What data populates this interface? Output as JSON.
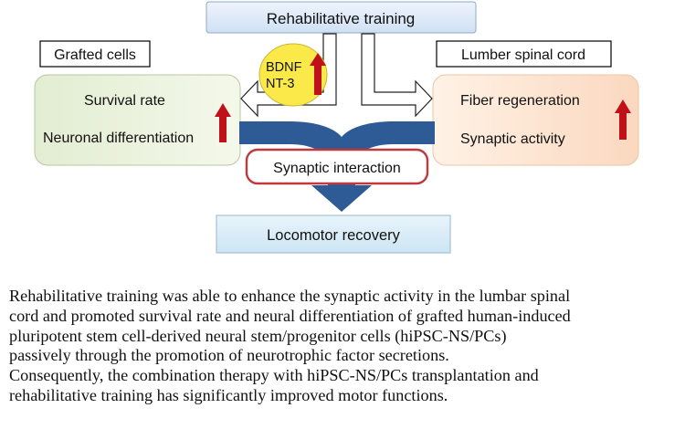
{
  "diagram": {
    "top_box": "Rehabilitative training",
    "left_header": "Grafted cells",
    "right_header": "Lumber spinal cord",
    "factors": [
      "BDNF",
      "NT-3"
    ],
    "left_items": [
      "Survival rate",
      "Neuronal differentiation"
    ],
    "right_items": [
      "Fiber regeneration",
      "Synaptic activity"
    ],
    "center_box": "Synaptic interaction",
    "bottom_box": "Locomotor recovery",
    "colors": {
      "top_box_fill": "#dbe8f7",
      "left_panel_fill": "#e6f0d6",
      "right_panel_fill": "#fde3cf",
      "factor_circle_fill": "#fbe94a",
      "up_arrow": "#c0111a",
      "band": "#2e5b95",
      "center_box_border": "#c0393d",
      "bottom_box_fill": "#d9ecf7"
    }
  },
  "caption": [
    "Rehabilitative training was able to enhance the synaptic activity in the lumbar spinal",
    "cord and promoted survival rate and neural differentiation of grafted human-induced",
    "pluripotent stem cell-derived neural stem/progenitor cells (hiPSC-NS/PCs)",
    "passively through the promotion of neurotrophic factor secretions.",
    "Consequently, the combination therapy with hiPSC-NS/PCs transplantation and",
    "rehabilitative training has significantly improved motor functions."
  ]
}
